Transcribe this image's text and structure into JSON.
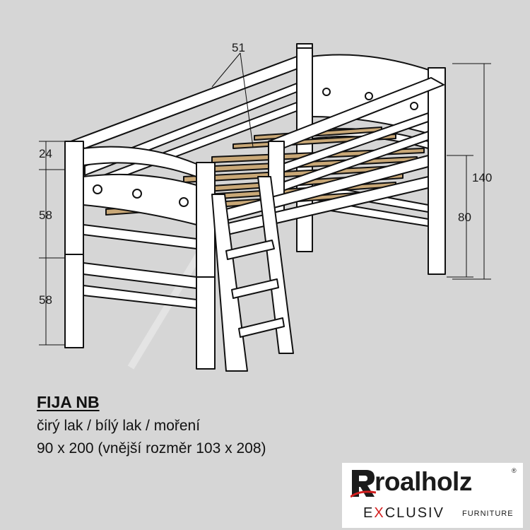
{
  "dimensions": {
    "top_label": "51",
    "left_top": "24",
    "left_middle": "58",
    "left_bottom": "58",
    "right_outer": "140",
    "right_inner": "80"
  },
  "product": {
    "title": "FIJA NB",
    "finishes": "čirý lak / bílý lak / moření",
    "size": "90 x 200 (vnější rozměr 103 x 208)"
  },
  "brand": {
    "name": "roalholz",
    "reg": "®",
    "tagline_e": "E",
    "tagline_x": "X",
    "tagline_rest": "CLUSIV",
    "tagline_sub": "FURNITURE"
  },
  "colors": {
    "background": "#d6d6d6",
    "slat_fill": "#c9a877",
    "accent_red": "#d42020"
  }
}
